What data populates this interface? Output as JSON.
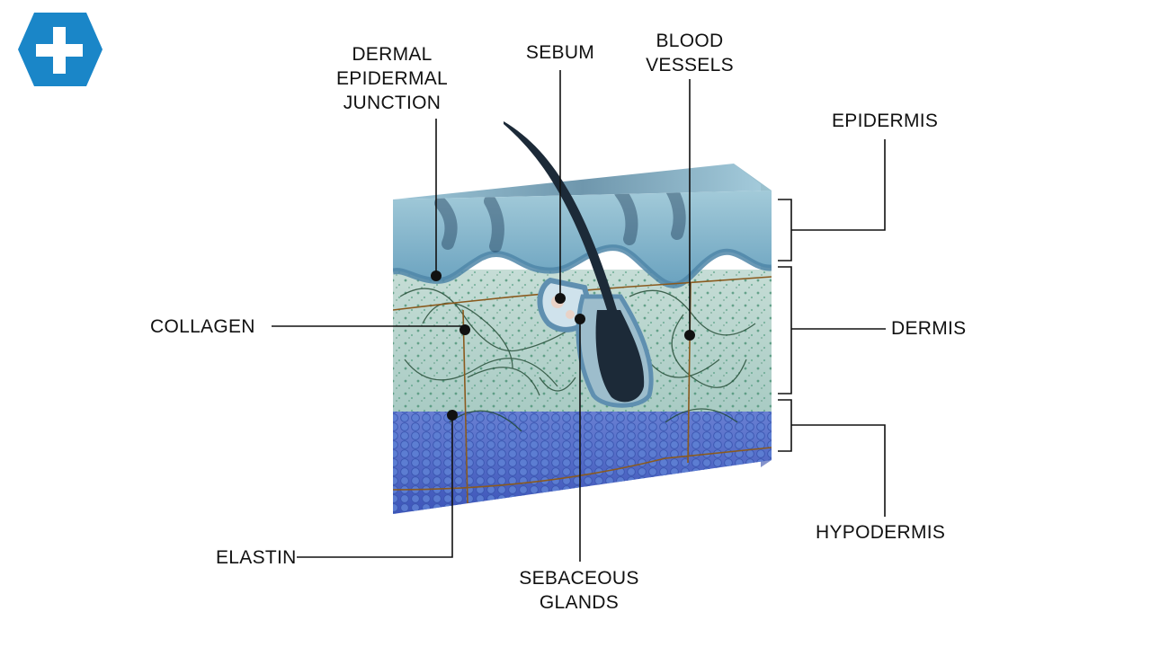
{
  "logo": {
    "icon": "medical-cross-icon",
    "color": "#1a86c8"
  },
  "labels": {
    "dermal_epidermal_junction": [
      "DERMAL",
      "EPIDERMAL",
      "JUNCTION"
    ],
    "sebum": "SEBUM",
    "blood_vessels": [
      "BLOOD",
      "VESSELS"
    ],
    "epidermis": "EPIDERMIS",
    "collagen": "COLLAGEN",
    "dermis": "DERMIS",
    "hypodermis": "HYPODERMIS",
    "elastin": "ELASTIN",
    "sebaceous_glands": [
      "SEBACEOUS",
      "GLANDS"
    ]
  },
  "colors": {
    "epidermis": "#7fb3c9",
    "dermis": "#bcd6cd",
    "hypodermis": "#4f68c8",
    "hair": "#1c2a38",
    "leader": "#111111"
  }
}
